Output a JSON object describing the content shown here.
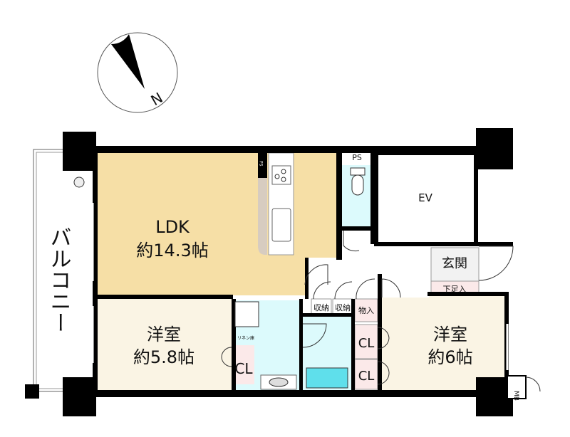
{
  "compass": {
    "north_label": "N"
  },
  "balcony": {
    "label": "バルコニー"
  },
  "rooms": {
    "ldk": {
      "name": "LDK",
      "size": "約14.3帖"
    },
    "western_left": {
      "name": "洋室",
      "size": "約5.8帖"
    },
    "western_right": {
      "name": "洋室",
      "size": "約6帖"
    },
    "ev": {
      "name": "EV"
    },
    "entrance": {
      "name": "玄関"
    },
    "shoe_storage": {
      "name": "下足入"
    },
    "ps_top": {
      "name": "PS"
    },
    "ps_kitchen": {
      "name": "PS"
    },
    "storage1": {
      "name": "収納"
    },
    "storage2": {
      "name": "収納"
    },
    "closet_misc": {
      "name": "物入"
    },
    "linen": {
      "name": "リネン庫"
    },
    "cl_left": {
      "name": "CL"
    },
    "cl_right1": {
      "name": "CL"
    },
    "cl_right2": {
      "name": "CL"
    },
    "mb": {
      "name": "MB"
    }
  },
  "colors": {
    "ldk": "#f6dfa6",
    "room": "#faf4e4",
    "wet": "#dcfafc",
    "closet": "#fbe9e9",
    "tub": "#5fdfeb",
    "counter": "#d7ccc0",
    "wall": "#000000"
  }
}
